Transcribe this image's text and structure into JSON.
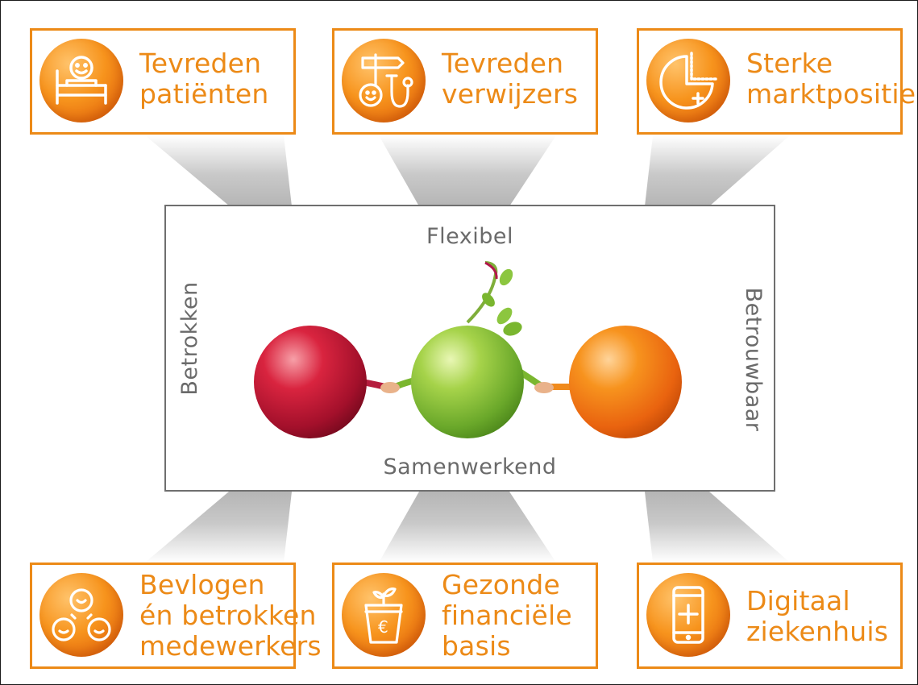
{
  "values": {
    "top": [
      "Tevreden\npatiënten",
      "Tevreden\nverwijzers",
      "Sterke\nmarktpositie"
    ],
    "bottom": [
      "Bevlogen\nén betrokken\nmedewerkers",
      "Gezonde\nfinanciële\nbasis",
      "Digitaal\nziekenhuis"
    ]
  },
  "core": {
    "top": "Flexibel",
    "bottom": "Samenwerkend",
    "left": "Betrokken",
    "right": "Betrouwbaar"
  },
  "icons": {
    "card1": "patient-in-bed-icon",
    "card2": "signpost-stethoscope-icon",
    "card3": "pie-chart-plus-icon",
    "card4": "team-people-icon",
    "card5": "euro-plant-pot-icon",
    "card6": "smartphone-plus-icon"
  },
  "colors": {
    "accent": "#ec8a17",
    "text_gray": "#6a6a6a",
    "red_ball": "#c0163a",
    "green_ball": "#8cc63f",
    "orange_ball": "#f58220"
  }
}
